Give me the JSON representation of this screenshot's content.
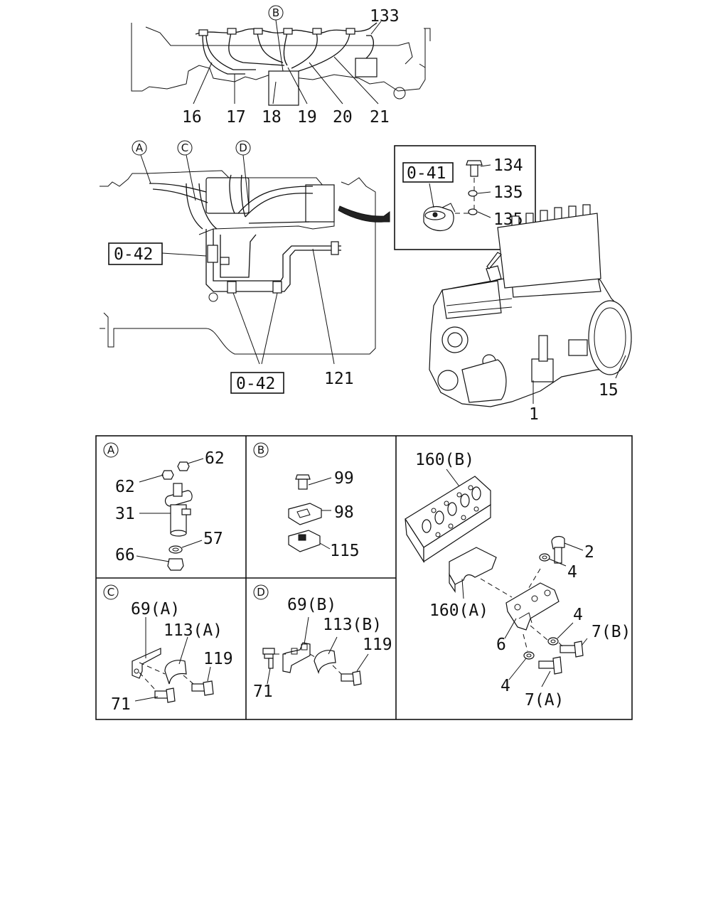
{
  "labels": {
    "p133": "133",
    "p16": "16",
    "p17": "17",
    "p18": "18",
    "p19": "19",
    "p20": "20",
    "p21": "21",
    "p134": "134",
    "p135a": "135",
    "p135b": "135",
    "ref041": "0-41",
    "ref042a": "0-42",
    "ref042b": "0-42",
    "p121": "121",
    "p15": "15",
    "p1": "1",
    "a62a": "62",
    "a62b": "62",
    "a31": "31",
    "a57": "57",
    "a66": "66",
    "b99": "99",
    "b98": "98",
    "b115": "115",
    "c69a": "69(A)",
    "c113a": "113(A)",
    "c119": "119",
    "c71": "71",
    "d69b": "69(B)",
    "d113b": "113(B)",
    "d119": "119",
    "d71": "71",
    "e160b": "160(B)",
    "e160a": "160(A)",
    "e2": "2",
    "e4a": "4",
    "e4b": "4",
    "e4c": "4",
    "e6": "6",
    "e7b": "7(B)",
    "e7a": "7(A)"
  },
  "markers": {
    "A": "A",
    "B": "B",
    "C": "C",
    "D": "D"
  }
}
